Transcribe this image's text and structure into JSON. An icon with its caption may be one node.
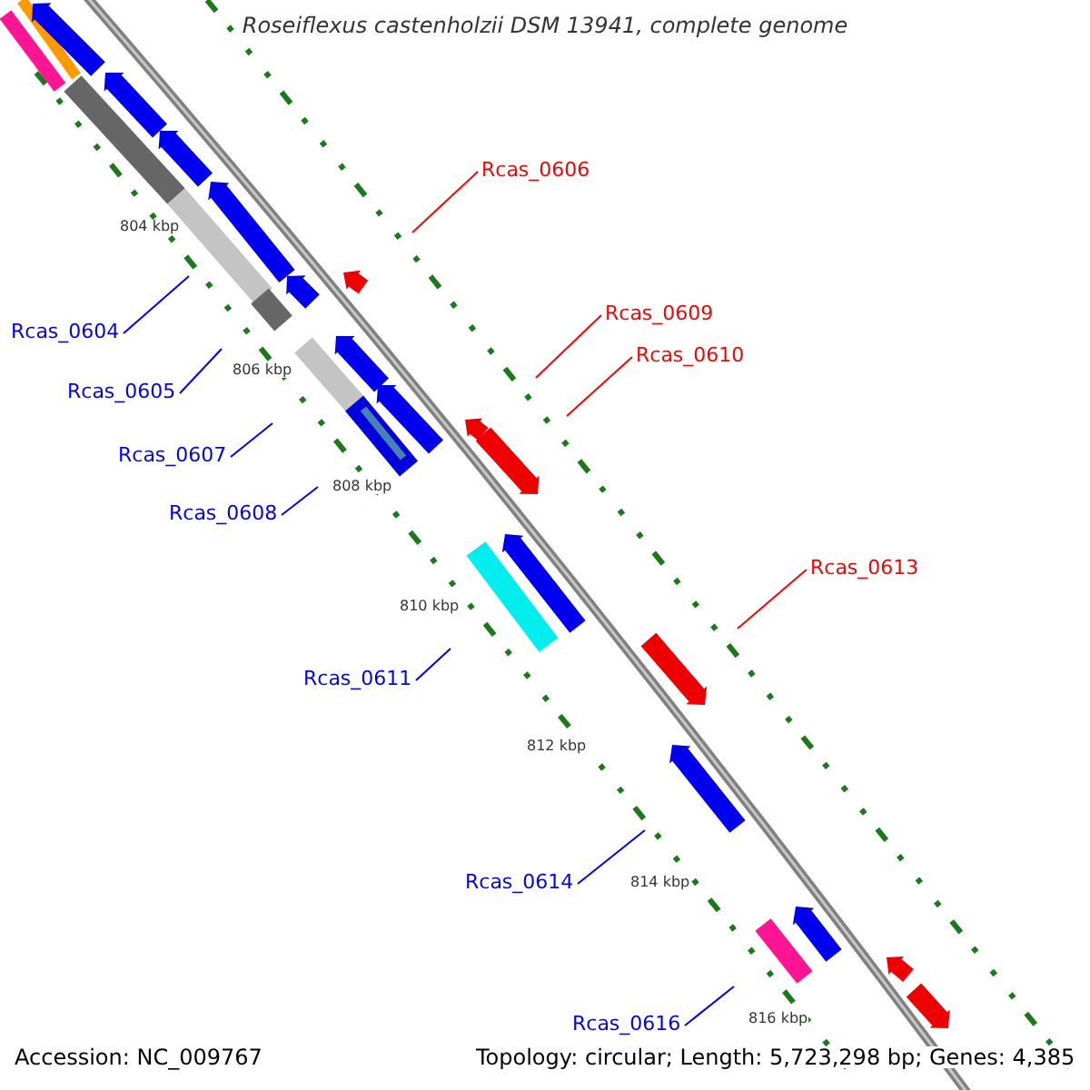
{
  "diagram": {
    "title": "Roseiflexus castenholzii DSM 13941, complete genome",
    "nodes": [
      {
        "text": [
          "Rcas_0606"
        ]
      },
      {
        "text": [
          "Rcas_0609"
        ]
      },
      {
        "text": [
          "Rcas_0604"
        ]
      },
      {
        "text": [
          "Rcas_0610"
        ]
      },
      {
        "text": [
          "Rcas_0605"
        ]
      },
      {
        "text": [
          "Rcas_0607"
        ]
      },
      {
        "text": [
          "Rcas_0608"
        ]
      },
      {
        "text": [
          "Rcas_0613"
        ]
      },
      {
        "text": [
          "Rcas_0611"
        ]
      },
      {
        "text": [
          "Rcas_0614"
        ]
      },
      {
        "text": [
          "Rcas_0616"
        ]
      }
    ],
    "edges": [
      {
        "from": 0,
        "to": null,
        "arrow": "none",
        "color": "#ff0000"
      },
      {
        "from": 1,
        "to": null,
        "arrow": "none",
        "color": "#ff0000"
      },
      {
        "from": 2,
        "to": null,
        "arrow": "none"
      },
      {
        "from": 3,
        "to": null,
        "arrow": "none",
        "color": "#ff0000"
      },
      {
        "from": 4,
        "to": null,
        "arrow": "none"
      },
      {
        "from": 5,
        "to": null,
        "arrow": "none"
      },
      {
        "from": 6,
        "to": null,
        "arrow": "none"
      },
      {
        "from": 7,
        "to": null,
        "arrow": "none",
        "color": "#ff0000"
      },
      {
        "from": 8,
        "to": null,
        "arrow": "none"
      },
      {
        "from": 9,
        "to": null,
        "arrow": "none"
      },
      {
        "from": 10,
        "to": null,
        "arrow": "none"
      }
    ],
    "labels": [
      "804 kbp",
      "806 kbp",
      "808 kbp",
      "810 kbp",
      "812 kbp",
      "814 kbp",
      "816 kbp",
      "Accession: NC_009767",
      "Topology: circular; Length: 5,723,298 bp; Genes: 4,385"
    ]
  }
}
